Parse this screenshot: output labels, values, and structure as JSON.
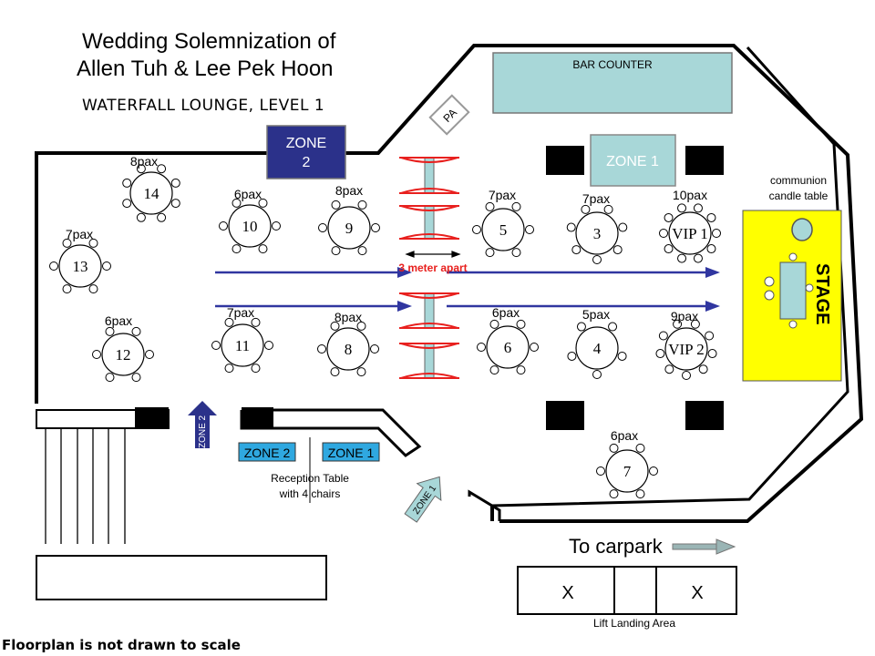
{
  "title": {
    "line1": "Wedding Solemnization of",
    "line2": "Allen Tuh & Lee Pek Hoon"
  },
  "venue": "WATERFALL LOUNGE, LEVEL 1",
  "labels": {
    "bar_counter": "BAR COUNTER",
    "pa": "PA",
    "zone2_main": [
      "ZONE",
      "2"
    ],
    "zone1_main": "ZONE 1",
    "communion": [
      "communion",
      "candle table"
    ],
    "stage": "STAGE",
    "apart": "3 meter apart",
    "reception_zone2": "ZONE 2",
    "reception_zone1": "ZONE 1",
    "reception": [
      "Reception Table",
      "with 4 chairs"
    ],
    "arrow_zone2": "ZONE 2",
    "arrow_zone1": "ZONE 1",
    "carpark": "To carpark",
    "lift_x1": "X",
    "lift_x2": "X",
    "lift": "Lift Landing Area",
    "note": "Floorplan is not drawn to scale"
  },
  "tables": [
    {
      "num": "14",
      "pax": "8pax",
      "chairs": 8
    },
    {
      "num": "10",
      "pax": "6pax",
      "chairs": 6
    },
    {
      "num": "9",
      "pax": "8pax",
      "chairs": 6
    },
    {
      "num": "13",
      "pax": "7pax",
      "chairs": 6
    },
    {
      "num": "12",
      "pax": "6pax",
      "chairs": 6
    },
    {
      "num": "11",
      "pax": "7pax",
      "chairs": 6
    },
    {
      "num": "8",
      "pax": "8pax",
      "chairs": 6
    },
    {
      "num": "5",
      "pax": "7pax",
      "chairs": 6
    },
    {
      "num": "3",
      "pax": "7pax",
      "chairs": 7
    },
    {
      "num": "VIP 1",
      "pax": "10pax",
      "chairs": 10
    },
    {
      "num": "6",
      "pax": "6pax",
      "chairs": 6
    },
    {
      "num": "4",
      "pax": "5pax",
      "chairs": 5
    },
    {
      "num": "VIP 2",
      "pax": "9pax",
      "chairs": 9
    },
    {
      "num": "7",
      "pax": "6pax",
      "chairs": 6
    }
  ],
  "colors": {
    "zone2": "#2b318a",
    "zone1": "#a8d7d8",
    "stage": "#ffff00",
    "arrow": "#3036a0",
    "red": "#e8201e",
    "reception": "#2fa8e0"
  }
}
